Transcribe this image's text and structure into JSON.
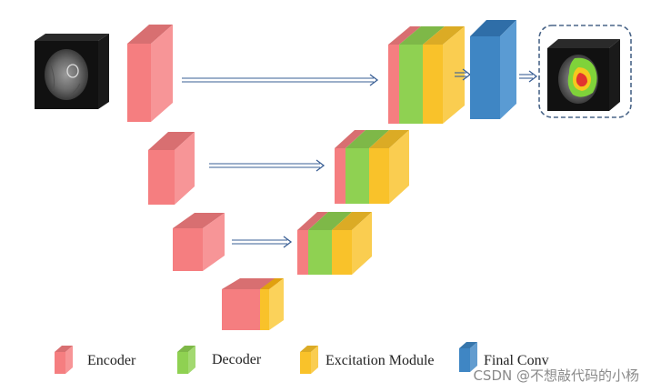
{
  "colors": {
    "encoder": "#f57e80",
    "decoder": "#8fd152",
    "excitation": "#f9c22a",
    "final_conv": "#3f86c4",
    "arrow": "#3a5f95",
    "scan_bg": "#111111"
  },
  "legend": {
    "encoder": "Encoder",
    "decoder": "Decoder",
    "excitation": "Excitation Module",
    "final_conv": "Final Conv"
  },
  "watermark": "CSDN @不想敲代码的小杨",
  "images": {
    "input": "mri-scan-input",
    "output": "mri-scan-segmentation-output"
  }
}
